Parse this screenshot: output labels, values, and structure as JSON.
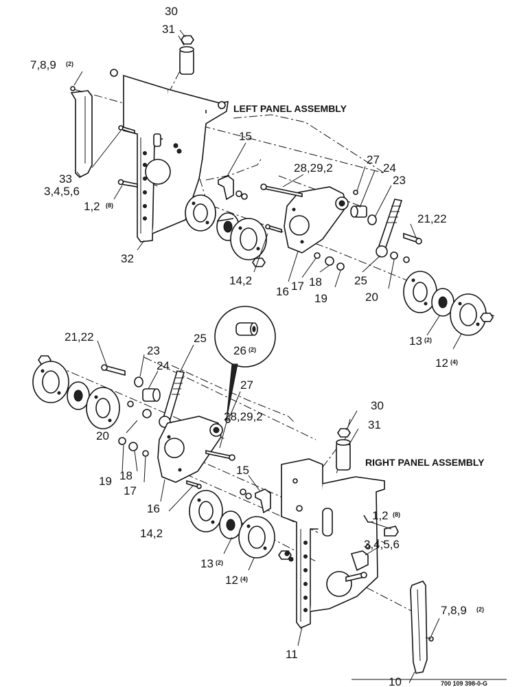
{
  "assemblies": {
    "left_title": "LEFT PANEL ASSEMBLY",
    "right_title": "RIGHT PANEL ASSEMBLY"
  },
  "left_callouts": {
    "c30": "30",
    "c31": "31",
    "c789": "7,8,9",
    "c789_qty": "(2)",
    "c33": "33",
    "c3456": "3,4,5,6",
    "c12": "1,2",
    "c12_qty": "(8)",
    "c32": "32",
    "c15": "15",
    "c28292": "28,29,2",
    "c27": "27",
    "c24": "24",
    "c23": "23",
    "c2122": "21,22",
    "c142": "14,2",
    "c16": "16",
    "c17": "17",
    "c18": "18",
    "c19": "19",
    "c25": "25",
    "c20": "20",
    "c13": "13",
    "c13_qty": "(2)",
    "c12b": "12",
    "c12b_qty": "(4)"
  },
  "right_callouts": {
    "c2122": "21,22",
    "c23": "23",
    "c24": "24",
    "c25": "25",
    "c26": "26",
    "c26_qty": "(2)",
    "c27": "27",
    "c28292": "28,29,2",
    "c30": "30",
    "c31": "31",
    "c20": "20",
    "c19": "19",
    "c18": "18",
    "c17": "17",
    "c16": "16",
    "c15": "15",
    "c142": "14,2",
    "c13": "13",
    "c13_qty": "(2)",
    "c12b": "12",
    "c12b_qty": "(4)",
    "c12": "1,2",
    "c12_qty": "(8)",
    "c3456": "3,4,5,6",
    "c789": "7,8,9",
    "c789_qty": "(2)",
    "c11": "11",
    "c10": "10"
  },
  "footer": {
    "drawing_number": "700 109 398-0-G"
  }
}
